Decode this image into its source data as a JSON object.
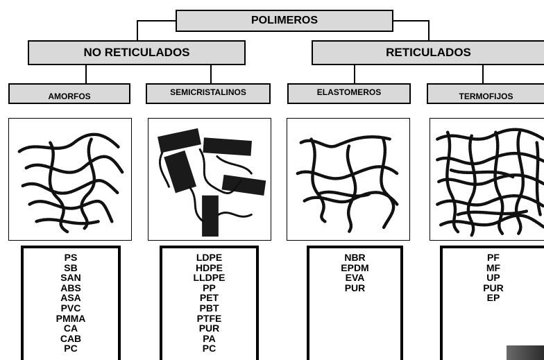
{
  "title": "POLIMEROS",
  "categories": [
    {
      "label": "NO RETICULADOS",
      "types": [
        "AMORFOS",
        "SEMICRISTALINOS"
      ]
    },
    {
      "label": "RETICULADOS",
      "types": [
        "ELASTOMEROS",
        "TERMOFIJOS"
      ]
    }
  ],
  "examples": {
    "amorfos": [
      "PS",
      "SB",
      "SAN",
      "ABS",
      "ASA",
      "PVC",
      "PMMA",
      "CA",
      "CAB",
      "PC"
    ],
    "semicristalinos": [
      "LDPE",
      "HDPE",
      "LLDPE",
      "PP",
      "PET",
      "PBT",
      "PTFE",
      "PUR",
      "PA",
      "PC"
    ],
    "elastomeros": [
      "NBR",
      "EPDM",
      "EVA",
      "PUR"
    ],
    "termofijos": [
      "PF",
      "MF",
      "UP",
      "PUR",
      "EP"
    ]
  },
  "colors": {
    "box_fill": "#d9d9d9",
    "line": "#000000",
    "chain": "#111111"
  },
  "images": [
    {
      "name": "amorphous-chains-image",
      "structure": "amorfos"
    },
    {
      "name": "semicrystalline-chains-image",
      "structure": "semicristalinos"
    },
    {
      "name": "elastomer-network-image",
      "structure": "elastomeros"
    },
    {
      "name": "thermoset-network-image",
      "structure": "termofijos"
    }
  ]
}
